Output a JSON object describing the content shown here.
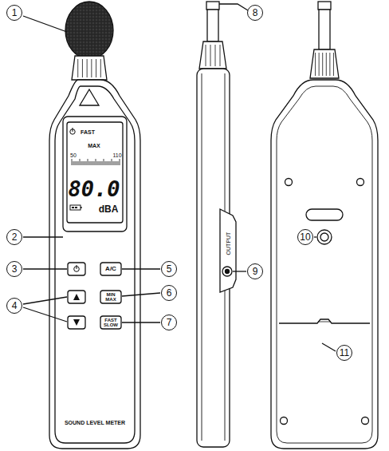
{
  "diagram": {
    "labels": [
      "1",
      "2",
      "3",
      "4",
      "5",
      "6",
      "7",
      "8",
      "9",
      "10",
      "11",
      "FAST",
      "MAX",
      "50",
      "110",
      "80.0",
      "dBA",
      "A/C",
      "MIN MAX",
      "FAST SLOW",
      "OUTPUT",
      "SOUND LEVEL METER"
    ]
  }
}
